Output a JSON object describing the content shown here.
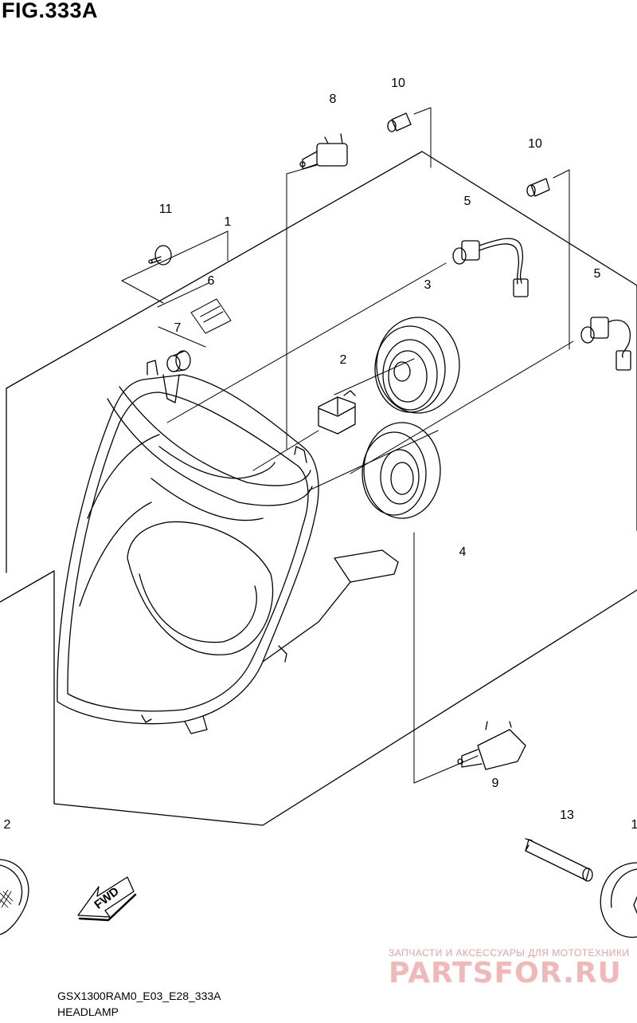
{
  "figure": {
    "title": "FIG.333A"
  },
  "callouts": [
    {
      "id": "1",
      "label": "1"
    },
    {
      "id": "2",
      "label": "2"
    },
    {
      "id": "3",
      "label": "3"
    },
    {
      "id": "4",
      "label": "4"
    },
    {
      "id": "5a",
      "label": "5"
    },
    {
      "id": "5b",
      "label": "5"
    },
    {
      "id": "6",
      "label": "6"
    },
    {
      "id": "7",
      "label": "7"
    },
    {
      "id": "8",
      "label": "8"
    },
    {
      "id": "9",
      "label": "9"
    },
    {
      "id": "10a",
      "label": "10"
    },
    {
      "id": "10b",
      "label": "10"
    },
    {
      "id": "11",
      "label": "11"
    },
    {
      "id": "12",
      "label": "2"
    },
    {
      "id": "13",
      "label": "13"
    },
    {
      "id": "14",
      "label": "1"
    }
  ],
  "fwd_label": "FWD",
  "footer": {
    "model_code": "GSX1300RAM0_E03_E28_333A",
    "section": "HEADLAMP"
  },
  "watermark": {
    "tagline": "ЗАПЧАСТИ И АКСЕССУАРЫ ДЛЯ МОТОТЕХНИКИ",
    "brand": "PARTSFOR.RU"
  }
}
